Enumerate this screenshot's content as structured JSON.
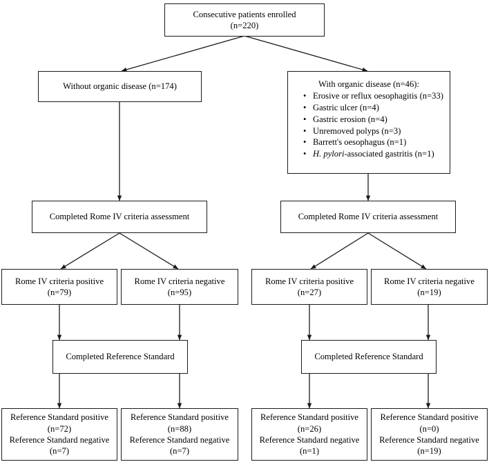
{
  "diagram": {
    "title": "Patient enrollment and Rome IV criteria flow chart",
    "type": "flowchart",
    "stroke_color": "#1a1a1a",
    "background_color": "#ffffff"
  },
  "nodes": {
    "enrolled": {
      "line1": "Consecutive patients enrolled",
      "line2": "(n=220)"
    },
    "without_organic": {
      "line1": "Without organic disease (n=174)"
    },
    "with_organic": {
      "heading": "With organic disease (n=46):",
      "items": [
        {
          "text_before": "Erosive or reflux oesophagitis (n=33)",
          "italic": "",
          "text_after": ""
        },
        {
          "text_before": "Gastric ulcer (n=4)",
          "italic": "",
          "text_after": ""
        },
        {
          "text_before": "Gastric erosion (n=4)",
          "italic": "",
          "text_after": ""
        },
        {
          "text_before": "Unremoved polyps (n=3)",
          "italic": "",
          "text_after": ""
        },
        {
          "text_before": "Barrett's oesophagus (n=1)",
          "italic": "",
          "text_after": ""
        },
        {
          "text_before": "",
          "italic": "H. pylori",
          "text_after": "-associated gastritis (n=1)"
        }
      ]
    },
    "assessment_left": {
      "line1": "Completed Rome IV criteria assessment"
    },
    "assessment_right": {
      "line1": "Completed Rome IV criteria assessment"
    },
    "rome_pos_left": {
      "line1": "Rome IV criteria positive",
      "line2": "(n=79)"
    },
    "rome_neg_left": {
      "line1": "Rome IV criteria negative",
      "line2": "(n=95)"
    },
    "rome_pos_right": {
      "line1": "Rome IV criteria positive",
      "line2": "(n=27)"
    },
    "rome_neg_right": {
      "line1": "Rome IV criteria negative",
      "line2": "(n=19)"
    },
    "refstd_left": {
      "line1": "Completed Reference Standard"
    },
    "refstd_right": {
      "line1": "Completed Reference Standard"
    },
    "outcome_1": {
      "line1": "Reference Standard positive",
      "line2": "(n=72)",
      "line3": "Reference Standard negative",
      "line4": "(n=7)"
    },
    "outcome_2": {
      "line1": "Reference Standard positive",
      "line2": "(n=88)",
      "line3": "Reference Standard negative",
      "line4": "(n=7)"
    },
    "outcome_3": {
      "line1": "Reference Standard positive",
      "line2": "(n=26)",
      "line3": "Reference Standard negative",
      "line4": "(n=1)"
    },
    "outcome_4": {
      "line1": "Reference Standard positive",
      "line2": "(n=0)",
      "line3": "Reference Standard negative",
      "line4": "(n=19)"
    }
  }
}
